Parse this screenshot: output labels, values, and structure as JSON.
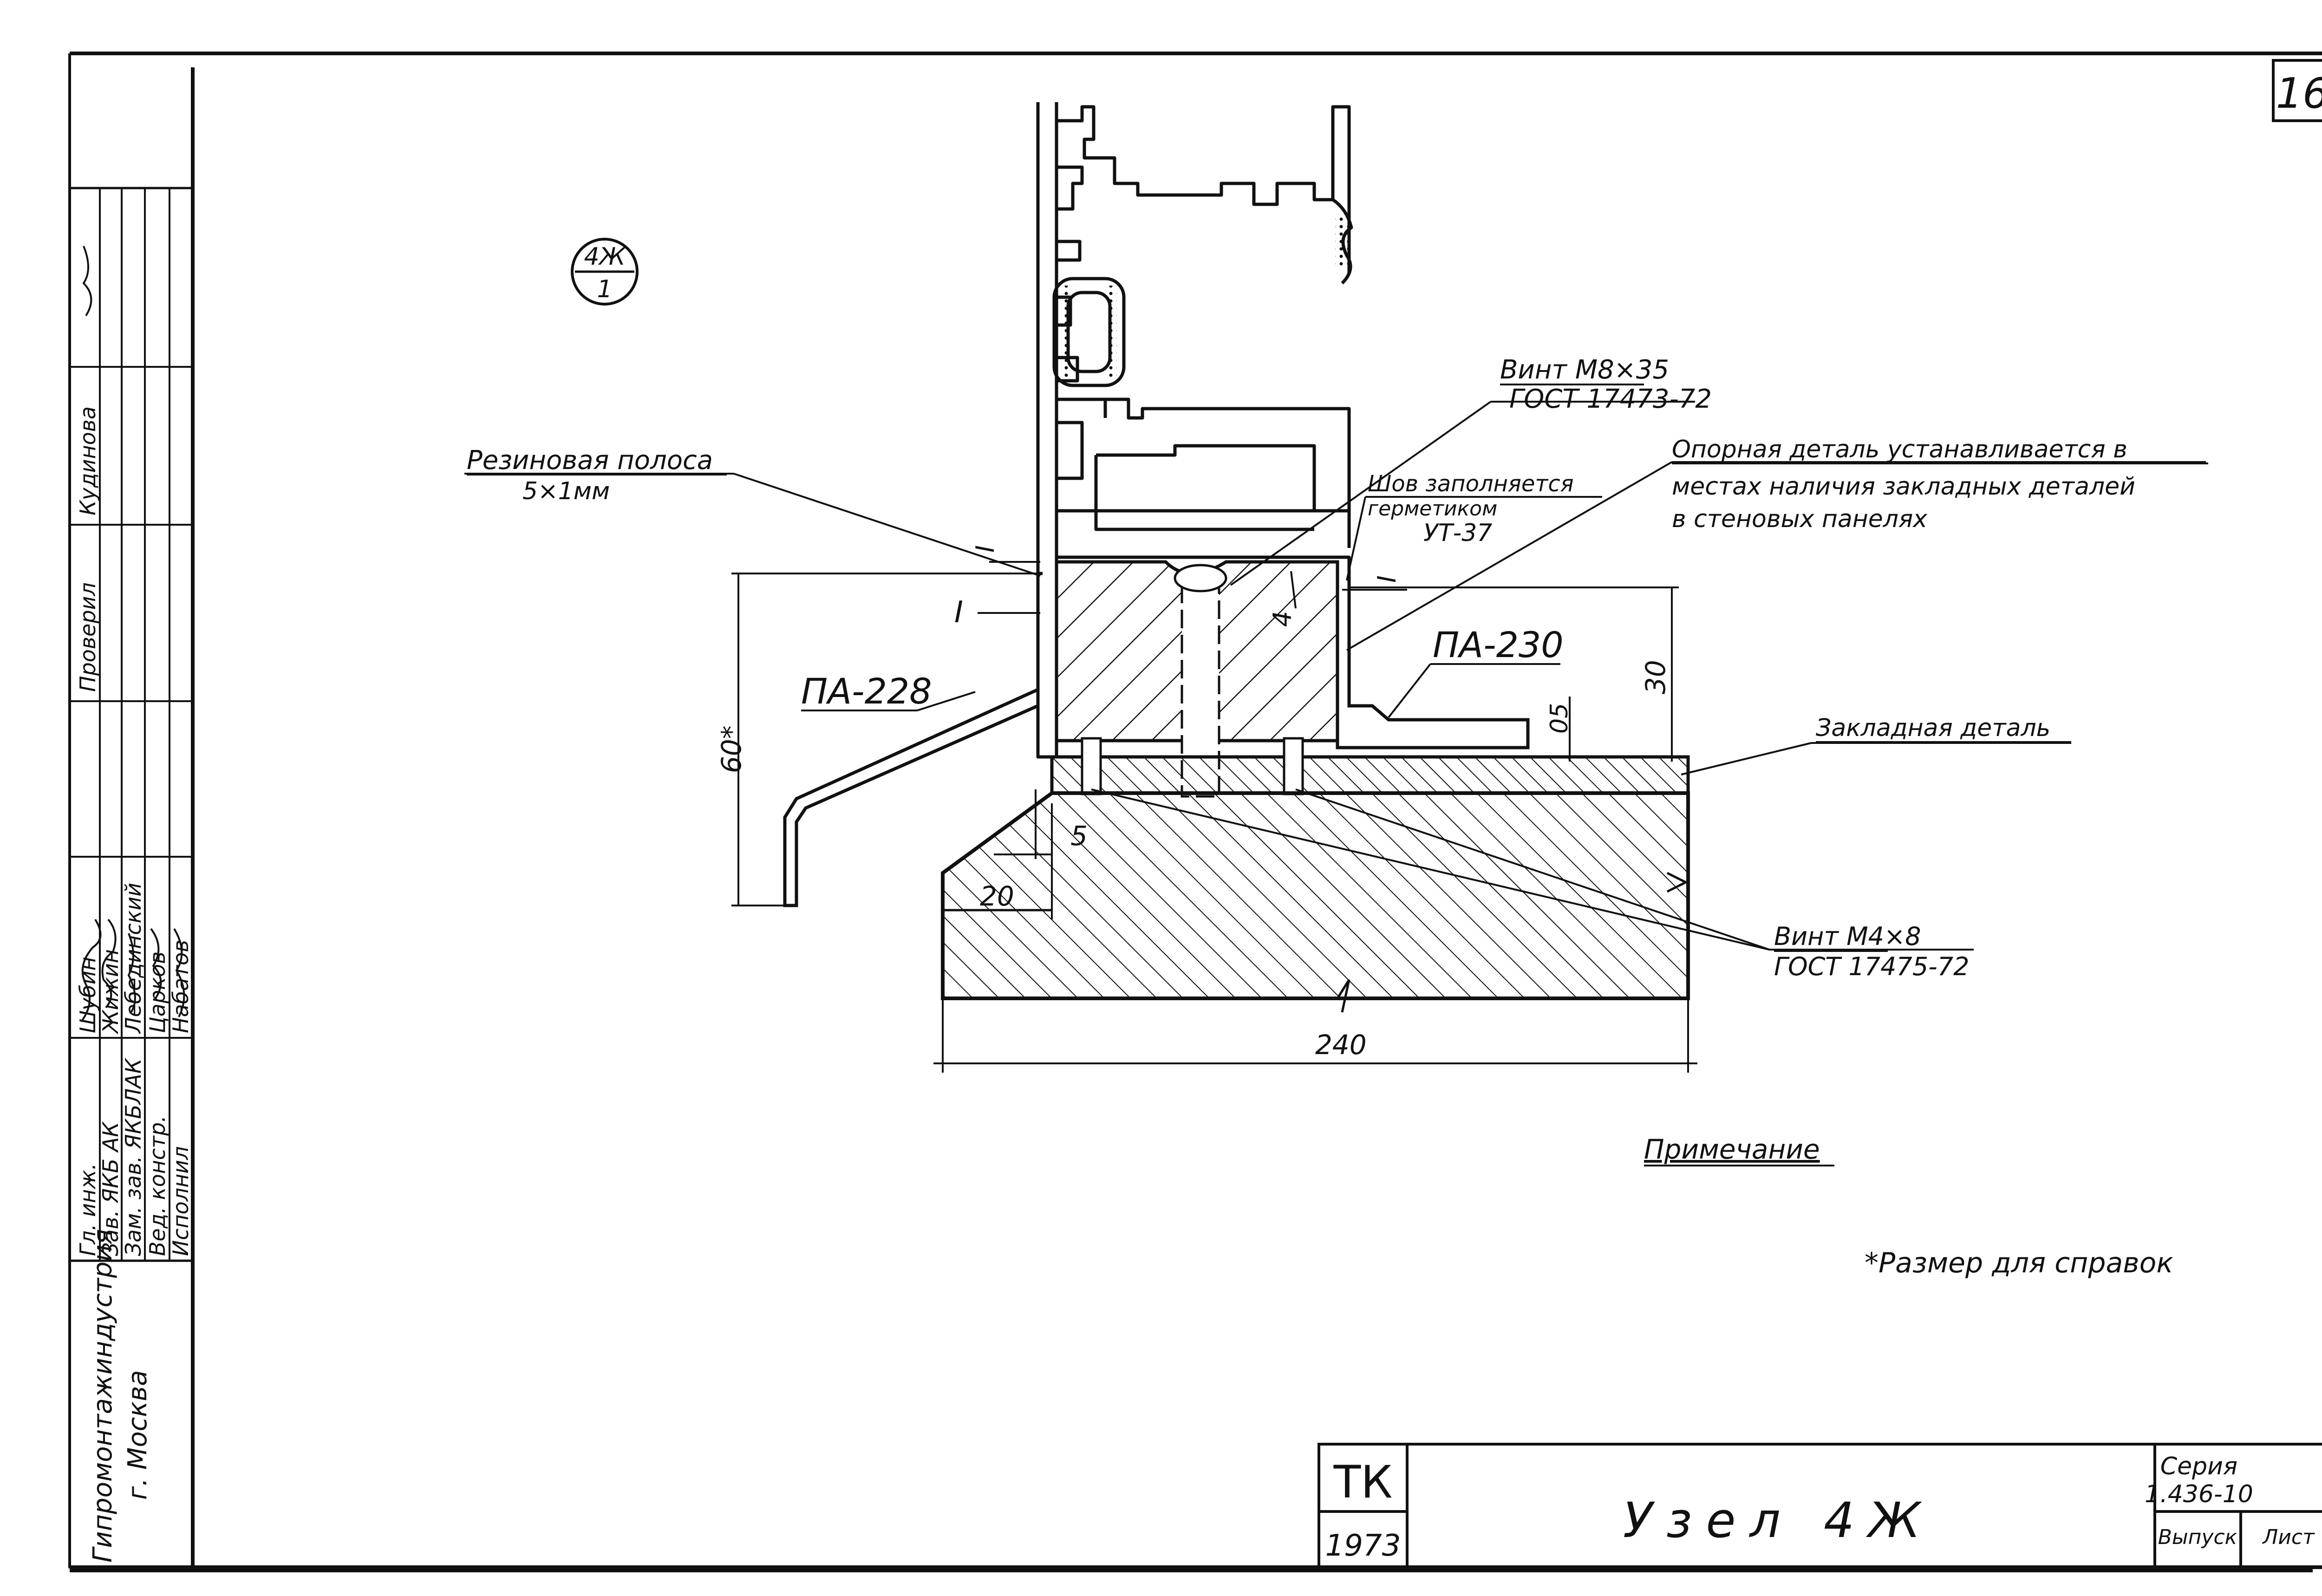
{
  "sheet": {
    "sheet_number": "16",
    "node_mark": {
      "top": "4Ж",
      "bottom": "1"
    }
  },
  "callouts": {
    "screw_m8": [
      "Винт М8×35",
      "ГОСТ 17473-72"
    ],
    "rubber_strip": [
      "Резиновая полоса",
      "5×1мм"
    ],
    "seam": [
      "Шов заполняется",
      "герметиком",
      "УТ-37"
    ],
    "support_part": [
      "Опорная деталь устанавливается в",
      "местах наличия закладных деталей",
      "в стеновых панелях"
    ],
    "profile_left": "ПА-228",
    "profile_right": "ПА-230",
    "embedded_part": "Закладная деталь",
    "screw_m4": [
      "Винт М4×8",
      "ГОСТ 17475-72"
    ]
  },
  "dimensions": {
    "section_mark_left": "I",
    "section_mark_left2": "I",
    "section_mark_right": "I",
    "gap": "4",
    "height_total": "60*",
    "height_30": "30",
    "height_05": "05",
    "width_5": "5",
    "width_20": "20",
    "width_240": "240"
  },
  "notes": {
    "heading": "Примечание",
    "reference": "*Размер для справок"
  },
  "stamp": {
    "roles": [
      "Гл. инж.",
      "Зав. ЯКБ АК",
      "Зам. зав. ЯКБЛАК",
      "Вед. констр.",
      "Исполнил"
    ],
    "names": [
      "Шубин",
      "Жижин",
      "Лебединский",
      "Царков",
      "Набатов"
    ],
    "checked_label": "Проверил",
    "checked_name": "Кудинова",
    "organization": "Гипромонтажиндустрия",
    "city": "г. Москва"
  },
  "title_block": {
    "code": "ТК",
    "year": "1973",
    "title": "Узел 4Ж",
    "series_label": "Серия",
    "series_value": "1.436-10",
    "issue_label": "Выпуск",
    "sheet_label": "Лист"
  },
  "colors": {
    "ink": "#111111",
    "paper": "#ffffff"
  }
}
